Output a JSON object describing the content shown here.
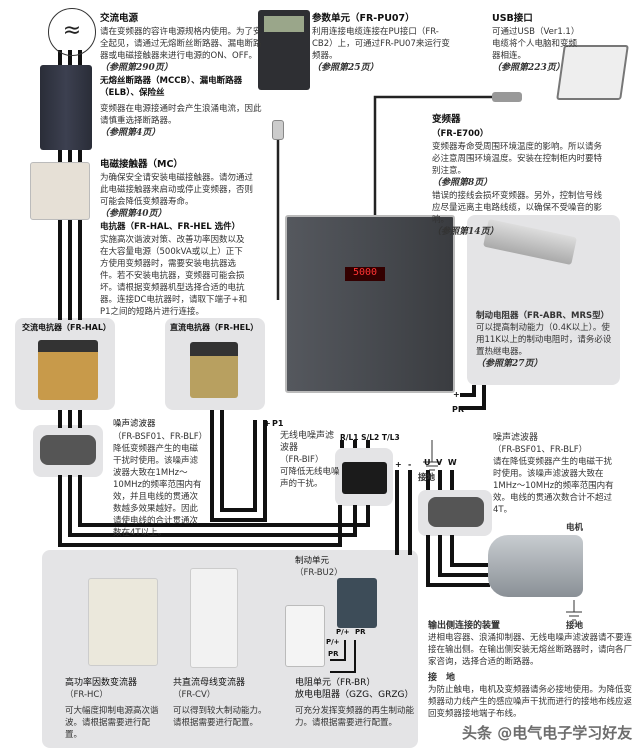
{
  "ac_power": {
    "title": "交流电源",
    "desc": "请在变频器的容许电源规格内使用。为了安全起见，请通过无熔断丝断路器、漏电断路器或电磁接触器来进行电源的ON、OFF。",
    "ref": "（参照第290页）"
  },
  "breaker": {
    "title": "无熔丝断路器（MCCB）、漏电断路器（ELB）、保险丝",
    "desc": "变频器在电源接通时会产生浪涌电流，因此请慎重选择断路器。",
    "ref": "（参照第4页）"
  },
  "contactor": {
    "title": "电磁接触器（MC）",
    "desc": "为确保安全请安装电磁接触器。请勿通过此电磁接触器来启动或停止变频器，否则可能会降低变频器寿命。",
    "ref": "（参照第40页）"
  },
  "reactor": {
    "title": "电抗器（FR-HAL、FR-HEL 选件）",
    "desc": "实施高次谐波对策、改善功率因数以及在大容量电源（500kVA或以上）正下方使用变频器时，需要安装电抗器选件。若不安装电抗器，变频器可能会损坏。请根据变频器机型选择合适的电抗器。连接DC电抗器时，请取下端子+和P1之间的短路片进行连接。"
  },
  "ac_reactor": {
    "title": "交流电抗器（FR-HAL）"
  },
  "dc_reactor": {
    "title": "直流电抗器（FR-HEL）"
  },
  "input_filter": {
    "title": "噪声滤波器",
    "model": "（FR-BSF01、FR-BLF）",
    "desc": "降低变频器产生的电磁干扰时使用。该噪声滤波器大致在1MHz～10MHz的频率范围内有效，并且电线的贯通次数越多效果越好。因此请使电线的合计贯通次数在4T以上。"
  },
  "pu07": {
    "title": "参数单元（FR-PU07）",
    "desc": "利用连接电缆连接在PU接口（FR-CB2）上，可通过FR-PU07来运行变频器。",
    "ref": "（参照第25页）"
  },
  "usb": {
    "title": "USB接口",
    "desc": "可通过USB（Ver1.1）电缆将个人电脑和变频器相连。",
    "ref": "（参照第223页）"
  },
  "inverter": {
    "title": "变频器",
    "model": "（FR-E700）",
    "desc1": "变频器寿命受周围环境温度的影响。所以请务必注意周围环境温度。安装在控制柜内时要特别注意。",
    "ref1": "（参照第8页）",
    "desc2": "错误的接线会损坏变频器。另外，控制信号线应尽量远离主电路线缆，以确保不受噪音的影响。",
    "ref2": "（参照第14页）",
    "display": "5000"
  },
  "brake_resistor": {
    "title": "制动电阻器（FR-ABR、MRS型）",
    "desc": "可以提高制动能力（0.4K以上）。使用11K以上的制动电阻时，请务必设置热继电器。",
    "ref": "（参照第27页）"
  },
  "terminals": {
    "plus": "+",
    "pr": "PR",
    "p1": "P1",
    "p1_plus": "+",
    "r": "R/L1",
    "s": "S/L2",
    "t": "T/L3",
    "dc_plus": "+",
    "dc_minus": "-",
    "u": "U",
    "v": "V",
    "w": "W",
    "ground": "接地"
  },
  "radio_filter": {
    "title": "无线电噪声滤波器",
    "model": "（FR-BIF）",
    "desc": "可降低无线电噪声的干扰。"
  },
  "output_filter": {
    "title": "噪声滤波器",
    "model": "（FR-BSF01、FR-BLF）",
    "desc": "请在降低变频器产生的电磁干扰时使用。该噪声滤波器大致在1MHz～10MHz的频率范围内有效。电线的贯通次数合计不超过4T。"
  },
  "motor": {
    "title": "电机",
    "ground": "接地"
  },
  "options": {
    "hc": {
      "title": "高功率因数变流器",
      "model": "（FR-HC）",
      "desc": "可大幅度抑制电源高次谐波。请根据需要进行配置。"
    },
    "cv": {
      "title": "共直流母线变流器",
      "model": "（FR-CV）",
      "desc": "可以得到较大制动能力。请根据需要进行配置。"
    },
    "bu2": {
      "title": "制动单元",
      "model": "（FR-BU2）",
      "p_top": "P/+",
      "pr_top": "PR",
      "p_left": "P/+",
      "pr_left": "PR"
    },
    "br": {
      "title": "电阻单元（FR-BR）",
      "title2": "放电电阻器（GZG、GRZG）",
      "desc": "可充分发挥变频器的再生制动能力。请根据需要进行配置。"
    }
  },
  "output_devices": {
    "title": "输出侧连接的装置",
    "desc": "进相电容器、浪涌抑制器、无线电噪声滤波器请不要连接在输出侧。在输出侧安装无熔丝断路器时，请向各厂家咨询，选择合适的断路器。"
  },
  "grounding": {
    "title": "接　地",
    "desc": "为防止触电，电机及变频器请务必接地使用。为降低变频器动力线产生的感应噪声干扰而进行的接地布线应返回变频器接地端子布线。"
  },
  "watermark": "头条 @电气电子学习好友",
  "colors": {
    "wire": "#111111",
    "panel": "#e4e4e6",
    "inverter": "#4a4d52"
  }
}
